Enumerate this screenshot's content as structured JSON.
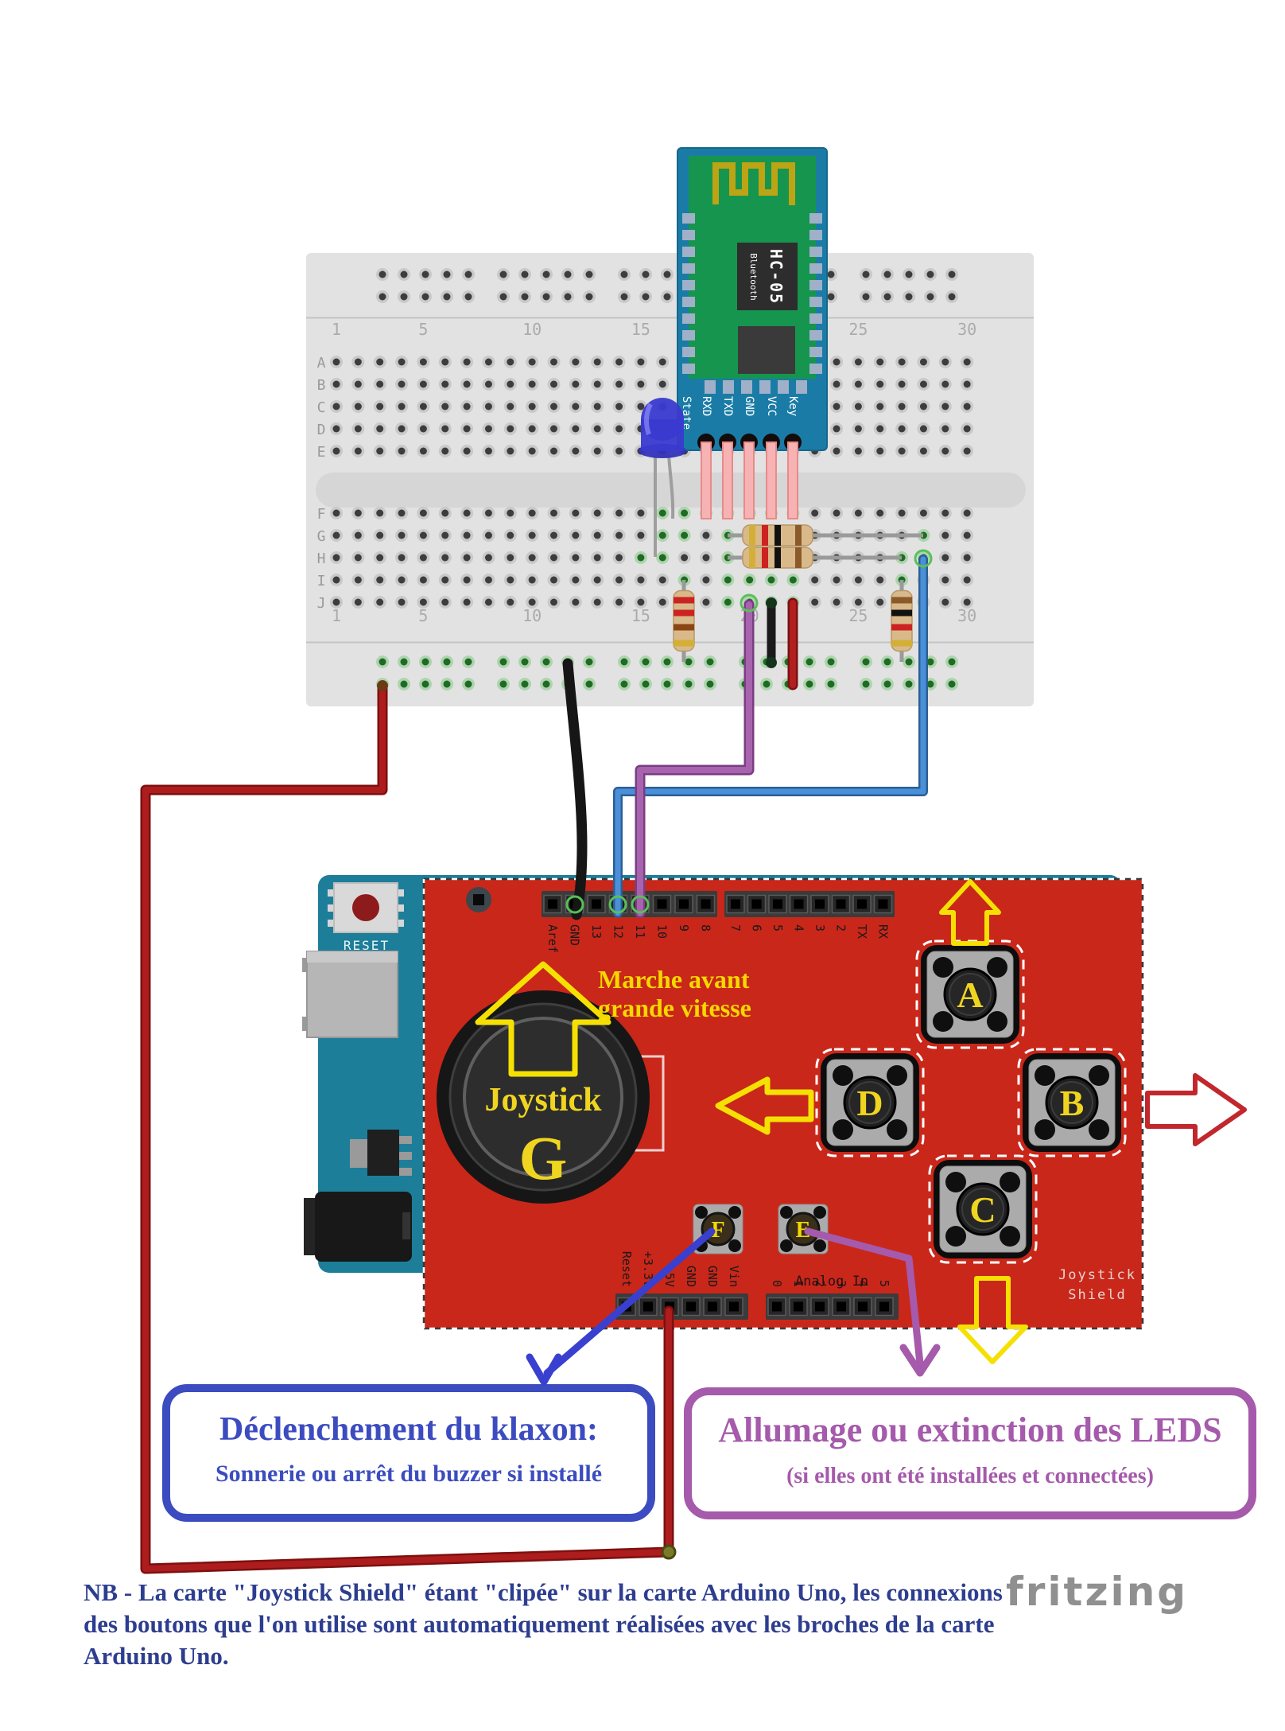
{
  "breadboard": {
    "row_letters": [
      "A",
      "B",
      "C",
      "D",
      "E",
      "F",
      "G",
      "H",
      "I",
      "J"
    ],
    "column_numbers": [
      "1",
      "5",
      "10",
      "15",
      "20",
      "25",
      "30"
    ]
  },
  "module": {
    "chip_label": "HC-05",
    "chip_sublabel": "Bluetooth",
    "pins": [
      "State",
      "RXD",
      "TXD",
      "GND",
      "VCC",
      "Key"
    ]
  },
  "arduino": {
    "reset_label": "RESET"
  },
  "shield": {
    "digital_left": [
      "Aref",
      "GND",
      "13",
      "12",
      "11",
      "10",
      "9",
      "8"
    ],
    "digital_right": [
      "7",
      "6",
      "5",
      "4",
      "3",
      "2",
      "TX",
      "RX"
    ],
    "power": [
      "Reset",
      "+3.3V",
      "+5V",
      "GND",
      "GND",
      "Vin"
    ],
    "analog_label": "Analog In",
    "analog": [
      "0",
      "1",
      "2",
      "3",
      "4",
      "5"
    ],
    "big_buttons": [
      "A",
      "D",
      "B",
      "C"
    ],
    "small_buttons": [
      "F",
      "E"
    ],
    "joystick_label": "Joystick",
    "joystick_letter": "G",
    "name_line1": "Joystick",
    "name_line2": "Shield",
    "annotation_line1": "Marche avant",
    "annotation_line2": "grande vitesse"
  },
  "callouts": {
    "klaxon_title": "Déclenchement du klaxon:",
    "klaxon_subtitle": "Sonnerie ou arrêt du buzzer si installé",
    "leds_title": "Allumage ou extinction des LEDS",
    "leds_subtitle": "(si elles ont été installées et connectées)"
  },
  "note": {
    "line1": "NB - La carte \"Joystick Shield\" étant \"clipée\" sur la carte Arduino Uno, les connexions",
    "line2": "des boutons que l'on utilise sont automatiquement réalisées  avec les broches de la carte",
    "line3": "Arduino Uno."
  },
  "logo": "fritzing",
  "colors": {
    "shield_red": "#c9271a",
    "arduino_teal": "#1d7e9a",
    "module_blue": "#1a7ca6",
    "module_green": "#16954f",
    "wire_red": "#ad1d1d",
    "wire_black": "#161616",
    "wire_blue": "#4a90d9",
    "wire_purple": "#a763ad",
    "wire_pink": "#f7b3b3",
    "arrow_yellow": "#f5e003",
    "callout_blue": "#3c4cc0",
    "callout_purple": "#a55aab",
    "led_blue": "#3a3ad0",
    "note_blue": "#2d3d8f",
    "logo_gray": "#909090"
  }
}
